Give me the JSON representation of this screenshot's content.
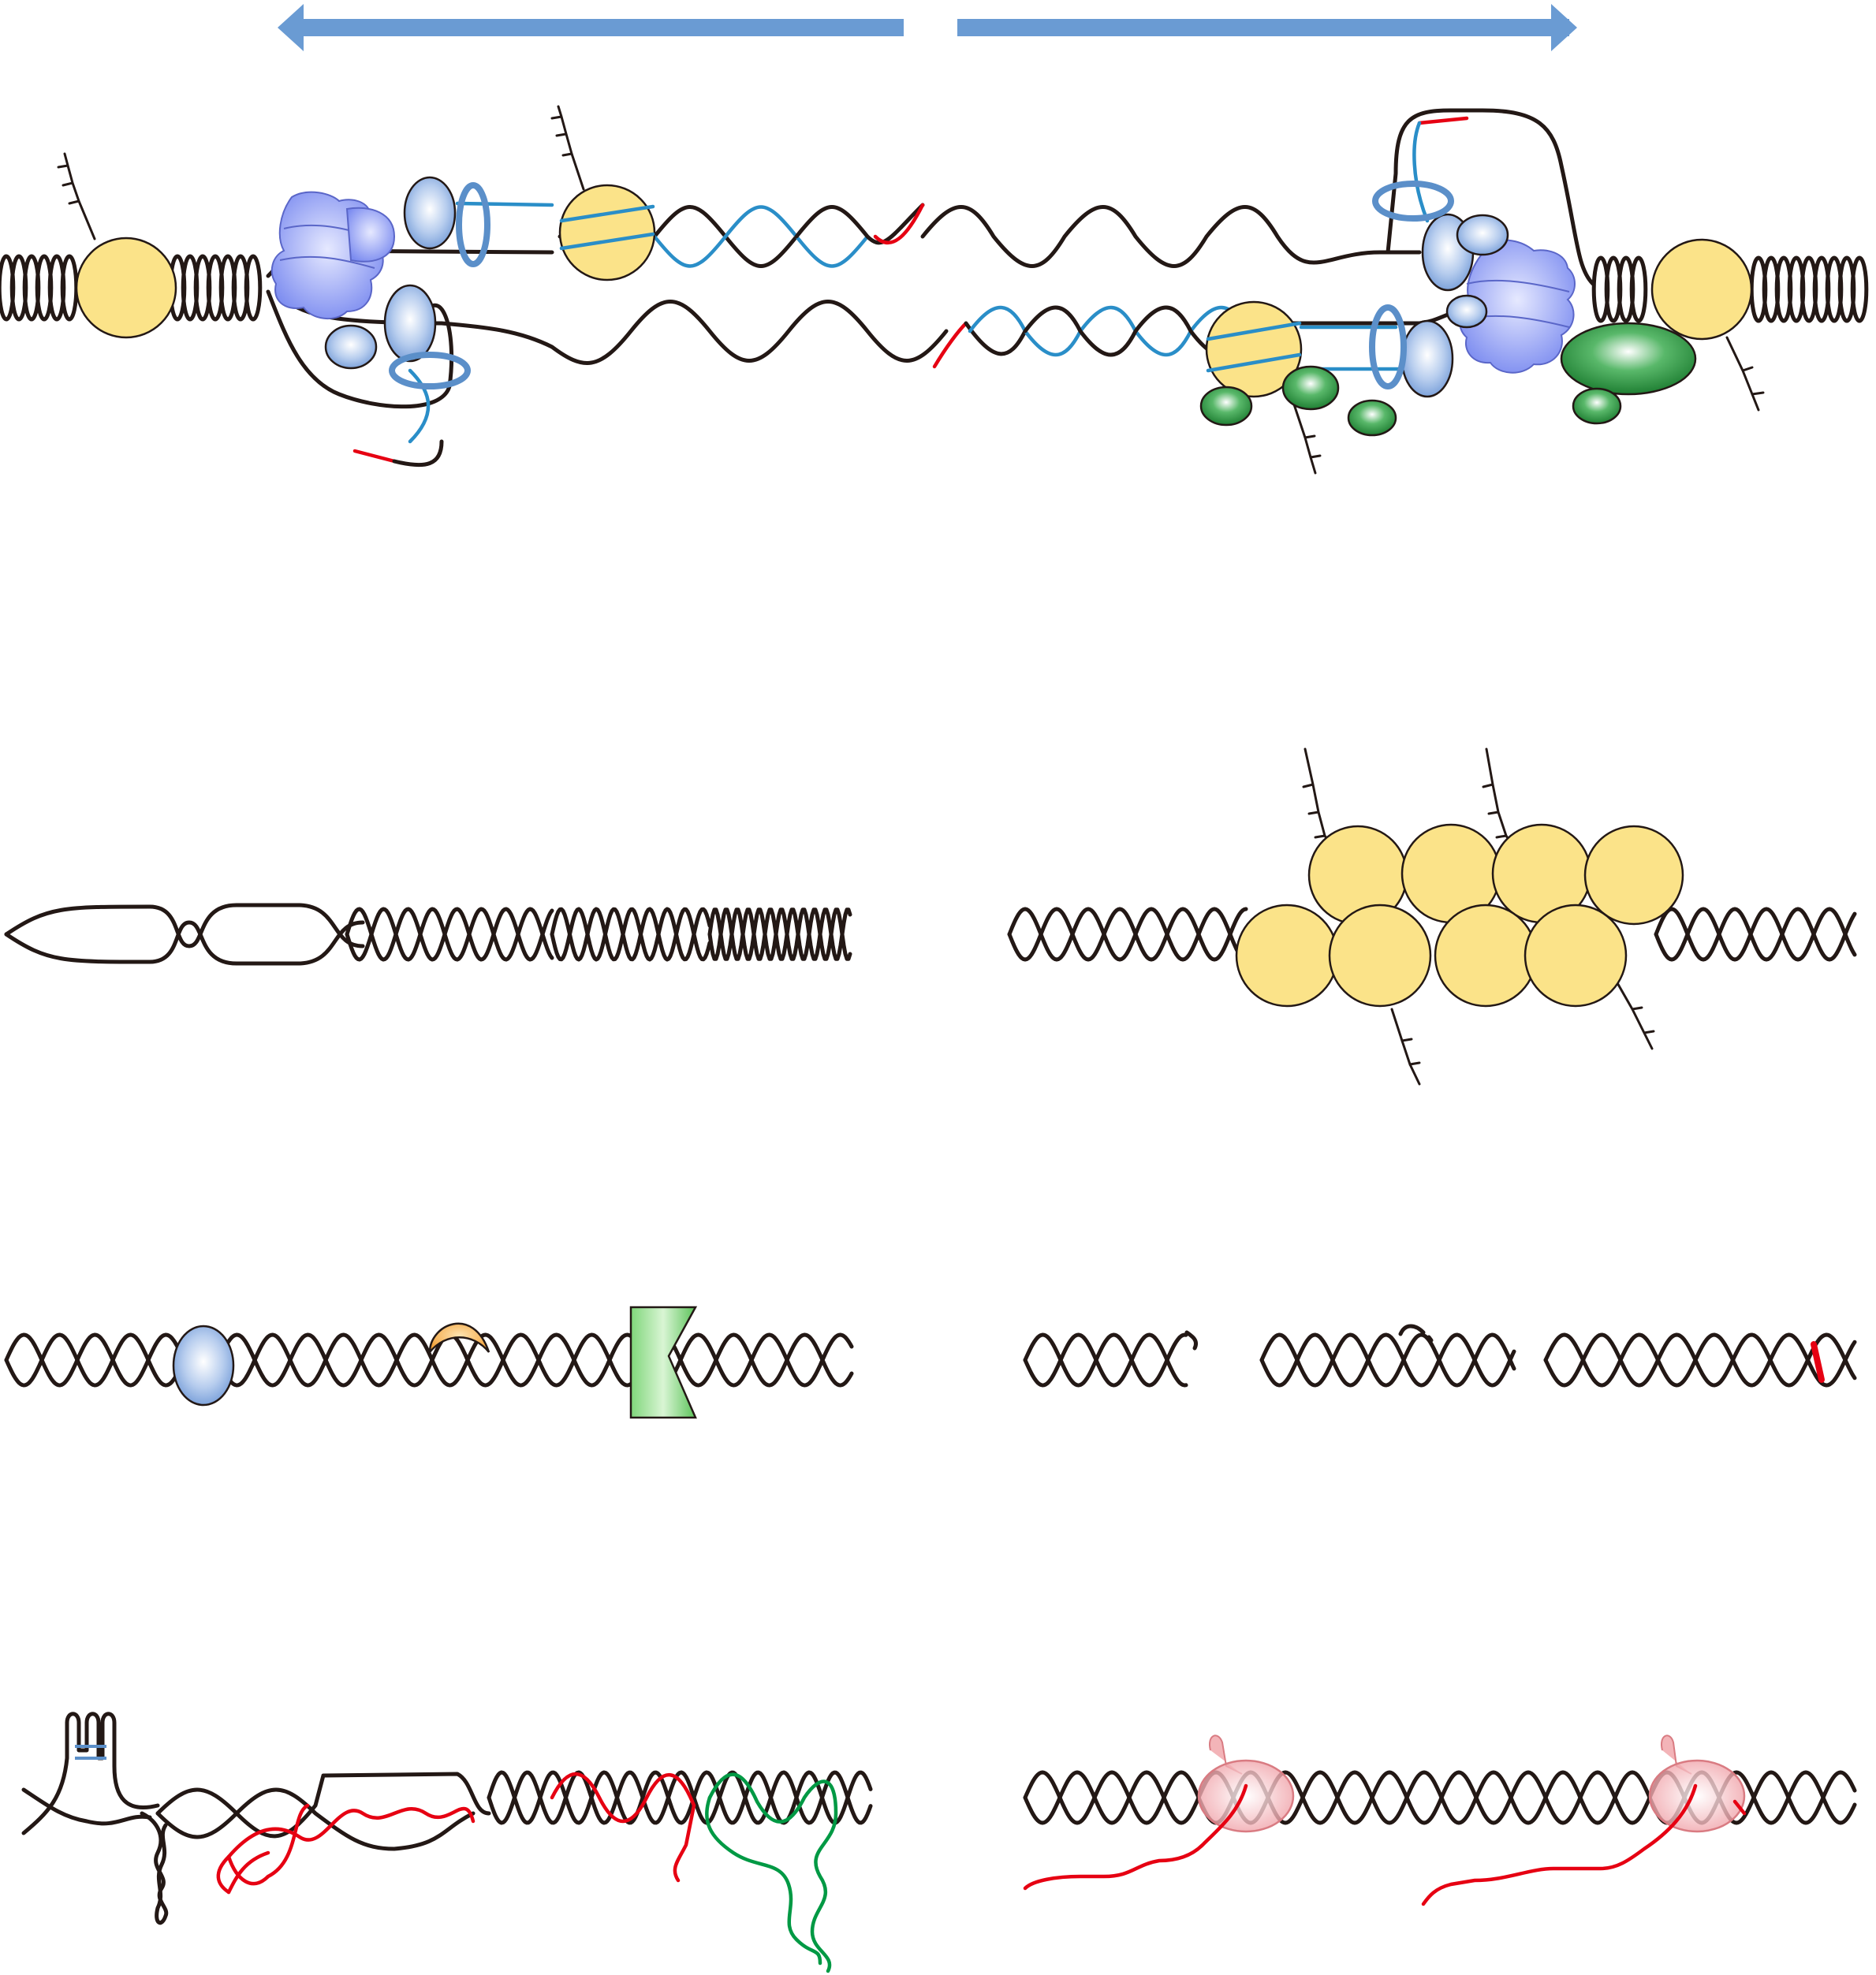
{
  "figure": {
    "description_labels": [],
    "colors": {
      "dna": "#231815",
      "nucleosome": "#fbe389",
      "arrow": "#6a9bd3",
      "new_strand": "#2a8ec8",
      "primer": "#e60012",
      "mcm": "#8a98f0",
      "pcna_like": "#a9c4ea",
      "polymerase_green": "#2a9a3c",
      "damage_red": "#e60012",
      "rnap_pink": "#f3b4b8",
      "rna_green": "#009944",
      "orange_lesion": "#f5a83c",
      "green_block": "#6fcf6a"
    },
    "panels": [
      {
        "name": "replication-fork-overview",
        "icon": "replisome-icon"
      },
      {
        "name": "torsional-stress",
        "icon": "supercoil-icon"
      },
      {
        "name": "nucleosome-array",
        "icon": "nucleosome-icon"
      },
      {
        "name": "protein-dna-obstacles",
        "icon": "protein-block-icon"
      },
      {
        "name": "dna-lesions",
        "icon": "strand-break-icon"
      },
      {
        "name": "secondary-structures-rloops",
        "icon": "hairpin-icon"
      },
      {
        "name": "transcription-conflicts",
        "icon": "rna-polymerase-icon"
      }
    ]
  }
}
